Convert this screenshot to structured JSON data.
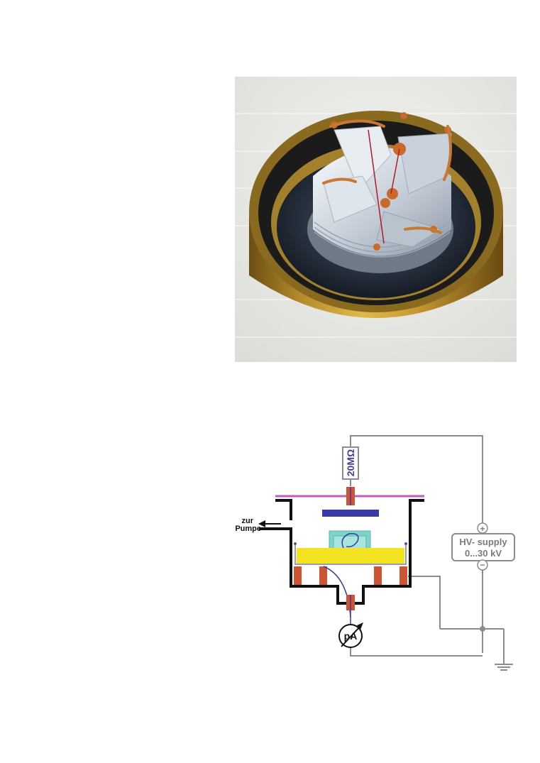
{
  "photo": {
    "description_icon": "detector-photo"
  },
  "schematic": {
    "resistor_label": "20MΩ",
    "pump_label_line1": "zur",
    "pump_label_line2": "Pumpe",
    "supply_label_line1": "HV- supply",
    "supply_label_line2": "0...30 kV",
    "plus_symbol": "+",
    "minus_symbol": "−",
    "meter_label": "pA"
  },
  "colors": {
    "wire": "#8c8c8c",
    "chamber": "#111111",
    "lid": "#c05cc0",
    "electrode": "#3a3aa8",
    "feedthrough": "#cc5533",
    "target": "#f3e321",
    "crystal": "#7fd4c9",
    "supply_text": "#7a7a7a"
  }
}
